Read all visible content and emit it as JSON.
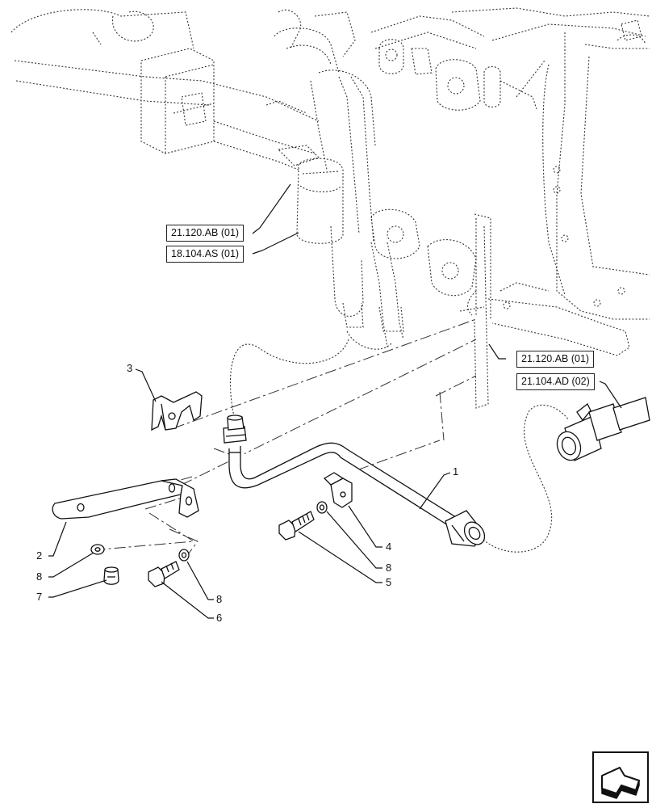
{
  "references": [
    {
      "id": "ref-21-120-ab-top",
      "label": "21.120.AB (01)"
    },
    {
      "id": "ref-18-104-as",
      "label": "18.104.AS (01)"
    },
    {
      "id": "ref-21-120-ab-right",
      "label": "21.120.AB (01)"
    },
    {
      "id": "ref-21-104-ad",
      "label": "21.104.AD (02)"
    }
  ],
  "callouts": {
    "c1": "1",
    "c2": "2",
    "c3": "3",
    "c4": "4",
    "c5": "5",
    "c6": "6",
    "c7": "7",
    "c8a": "8",
    "c8b": "8",
    "c8c": "8"
  },
  "navigation": {
    "icon": "next-page-arrow-icon"
  }
}
